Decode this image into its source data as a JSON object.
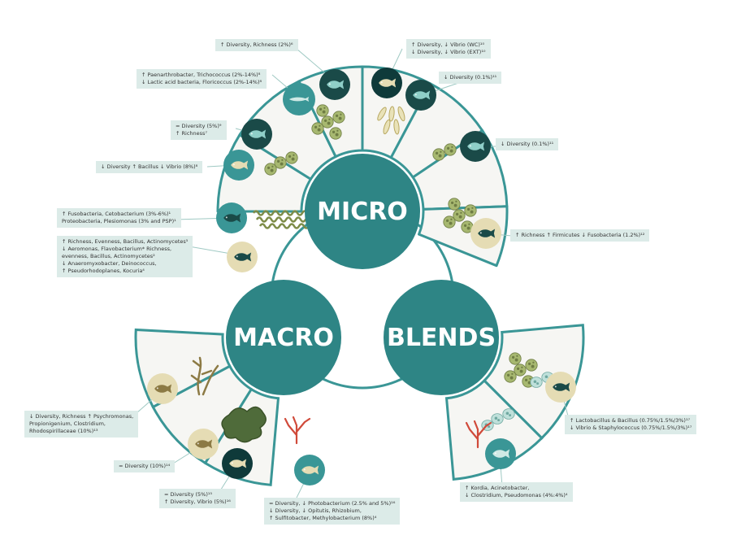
{
  "hubs": {
    "micro": "MICRO",
    "macro": "MACRO",
    "blends": "BLENDS"
  },
  "labels": {
    "m1": [
      "↑ Diversity, Richness (2%)⁶"
    ],
    "m2": [
      "↑ Paenarthrobacter, Trichococcus (2%-14%)⁸",
      "↓ Lactic acid bacteria, Floricoccus (2%-14%)⁸"
    ],
    "m3": [
      "= Diversity (5%)⁹",
      "↑ Richness⁷"
    ],
    "m4": [
      "↓ Diversity ↑ Bacillus ↓ Vibrio (8%)⁸"
    ],
    "m5": [
      "↑ Fusobacteria, Cetobacterium (3%-6%)¹",
      "Proteobacteria, Plesiomonas (3% and PSP)¹"
    ],
    "m6": [
      "↑ Richness, Evenness, Bacillus, Actinomycetes⁵",
      "↓ Aeromonas, Flavobacterium* Richness,",
      "evenness, Bacillus, Actinomycetes²",
      "↓ Anaeromyxobacter, Deinococcus,",
      "↑ Pseudorhodoplanes, Kocuria⁴"
    ],
    "m7": [
      "↑ Diversity, ↓ Vibrio (WC)¹⁰",
      "↓ Diversity, ↓ Vibrio (EXT)¹⁰"
    ],
    "m8": [
      "↓ Diversity (0.1%)¹¹"
    ],
    "m9": [
      "↓ Diversity (0.1%)¹¹"
    ],
    "m10": [
      "↑ Richness ↑ Firmicutes ↓ Fusobacteria (1.2%)¹²"
    ],
    "a1": [
      "↓ Diversity, Richness ↑ Psychromonas,",
      "Propionigenium, Clostridium,",
      "Rhodospirillaceae (10%)¹³"
    ],
    "a2": [
      "= Diversity (10%)¹⁴"
    ],
    "a3": [
      "= Diversity (5%)¹⁵",
      "↑ Diversity, Vibrio (5%)¹⁶"
    ],
    "a4": [
      "= Diversity,   ↓ Photobacterium (2.5% and 5%)¹⁶",
      "↓ Diversity,   ↓ Opitutis, Rhizobium,",
      "↑ Sulfitobacter, Methylobacterium (8%)⁴"
    ],
    "b1": [
      "↑ Lactobacillus & Bacillus (0.75%/1.5%/3%)¹⁷",
      "↓ Vibrio & Staphylococcus (0.75%/1.5%/3%)¹⁷"
    ],
    "b2": [
      "↑ Kordia, Acinetobacter,",
      "↓ Clostridium, Pseudomonas (4%:4%)⁴"
    ]
  },
  "icons": {
    "fish_dark": "fish-icon",
    "fish_light": "fish-icon",
    "microalgae": "microalgae-icon",
    "seaweed": "seaweed-icon"
  },
  "colors": {
    "hub": "#2e8585",
    "teal": "#3a9696",
    "dark": "#1a4a48",
    "dark2": "#0f3a3a",
    "light_teal": "#8fcfc8",
    "beige": "#e5dcb4",
    "sector": "#f6f6f3",
    "label_bg": "#dcebe8",
    "algae_green": "#a7b870",
    "seaweed_red": "#d04a3a",
    "seaweed_brown": "#8c7a44",
    "kelp_green": "#4f6b3a"
  }
}
